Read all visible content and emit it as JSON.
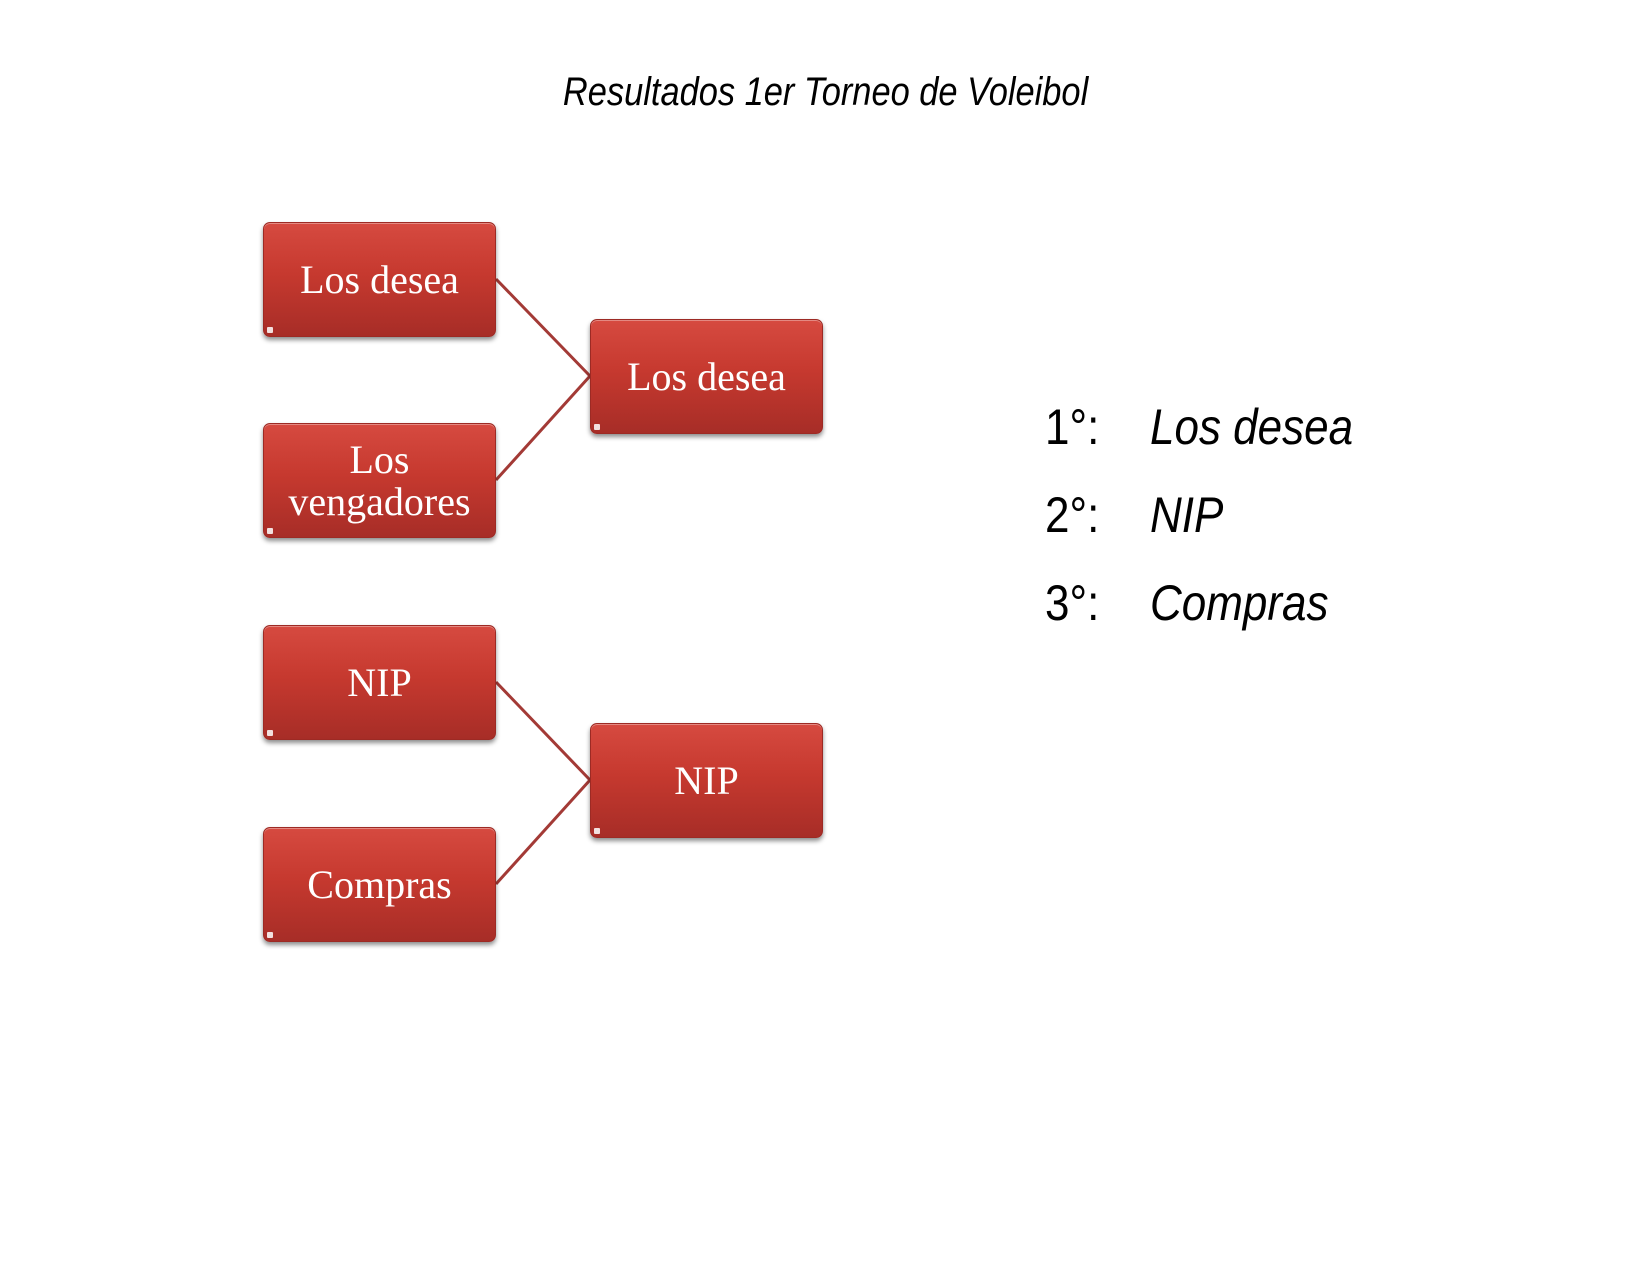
{
  "title": "Resultados 1er Torneo de Voleibol",
  "bracket": {
    "round1": [
      {
        "label": "Los desea"
      },
      {
        "label": "Los vengadores"
      },
      {
        "label": "NIP"
      },
      {
        "label": "Compras"
      }
    ],
    "round2": [
      {
        "label": "Los desea"
      },
      {
        "label": "NIP"
      }
    ]
  },
  "standings": [
    {
      "place": "1°:",
      "team": "Los desea"
    },
    {
      "place": "2°:",
      "team": "NIP"
    },
    {
      "place": "3°:",
      "team": "Compras"
    }
  ],
  "colors": {
    "node_fill": "#c6392f",
    "connector": "#a33a36"
  }
}
